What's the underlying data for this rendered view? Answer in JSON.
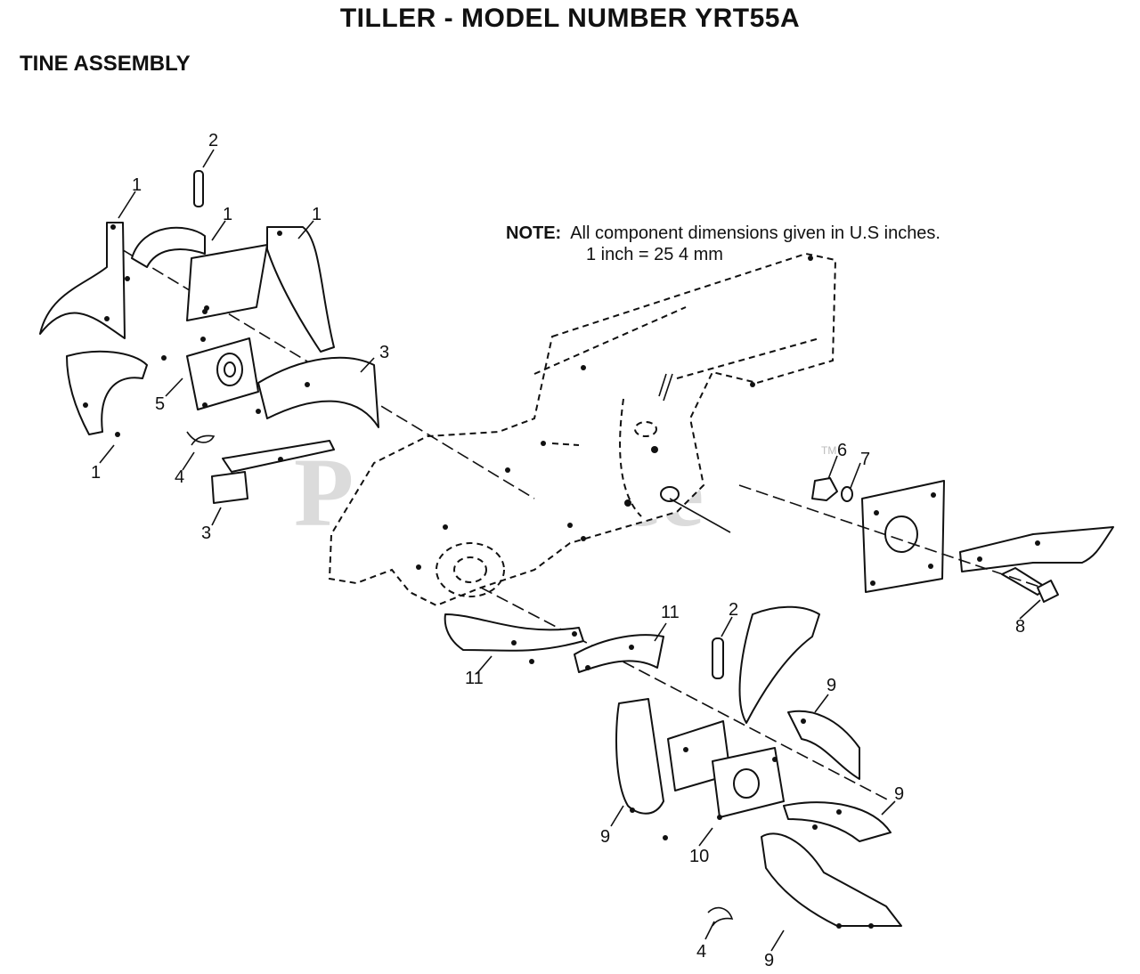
{
  "header": {
    "title": "TILLER - MODEL NUMBER YRT55A",
    "subtitle": "TINE ASSEMBLY"
  },
  "note": {
    "label": "NOTE:",
    "line1": "All component dimensions given in U.S  inches.",
    "line2": "1 inch = 25 4 mm"
  },
  "watermark": {
    "text": "PartsTree",
    "tm": "TM"
  },
  "callouts": [
    {
      "id": "c1",
      "label": "2"
    },
    {
      "id": "c2",
      "label": "1"
    },
    {
      "id": "c3",
      "label": "1"
    },
    {
      "id": "c4",
      "label": "1"
    },
    {
      "id": "c5",
      "label": "3"
    },
    {
      "id": "c6",
      "label": "5"
    },
    {
      "id": "c7",
      "label": "1"
    },
    {
      "id": "c8",
      "label": "4"
    },
    {
      "id": "c9",
      "label": "3"
    },
    {
      "id": "c10",
      "label": "6"
    },
    {
      "id": "c11",
      "label": "7"
    },
    {
      "id": "c12",
      "label": "8"
    },
    {
      "id": "c13",
      "label": "11"
    },
    {
      "id": "c14",
      "label": "2"
    },
    {
      "id": "c15",
      "label": "11"
    },
    {
      "id": "c16",
      "label": "9"
    },
    {
      "id": "c17",
      "label": "9"
    },
    {
      "id": "c18",
      "label": "9"
    },
    {
      "id": "c19",
      "label": "10"
    },
    {
      "id": "c20",
      "label": "4"
    },
    {
      "id": "c21",
      "label": "9"
    }
  ]
}
